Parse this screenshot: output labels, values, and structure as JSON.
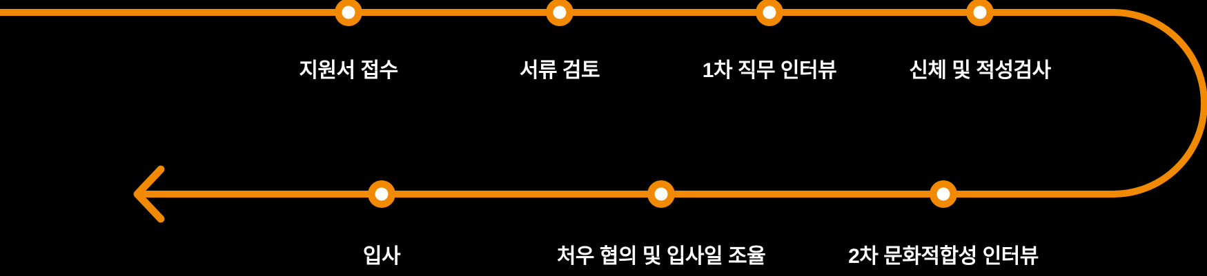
{
  "diagram": {
    "type": "process-flow-timeline",
    "description_domain": "recruitment process flow",
    "colors": {
      "accent": "#F18A00",
      "node_inner": "#FFFFFF",
      "text": "#FFFFFF",
      "background": "#000000"
    },
    "steps": [
      {
        "label": "지원서 접수"
      },
      {
        "label": "서류 검토"
      },
      {
        "label": "1차 직무 인터뷰"
      },
      {
        "label": "신체 및 적성검사"
      },
      {
        "label": "2차 문화적합성 인터뷰"
      },
      {
        "label": "처우 협의 및 입사일 조율"
      },
      {
        "label": "입사"
      }
    ]
  }
}
